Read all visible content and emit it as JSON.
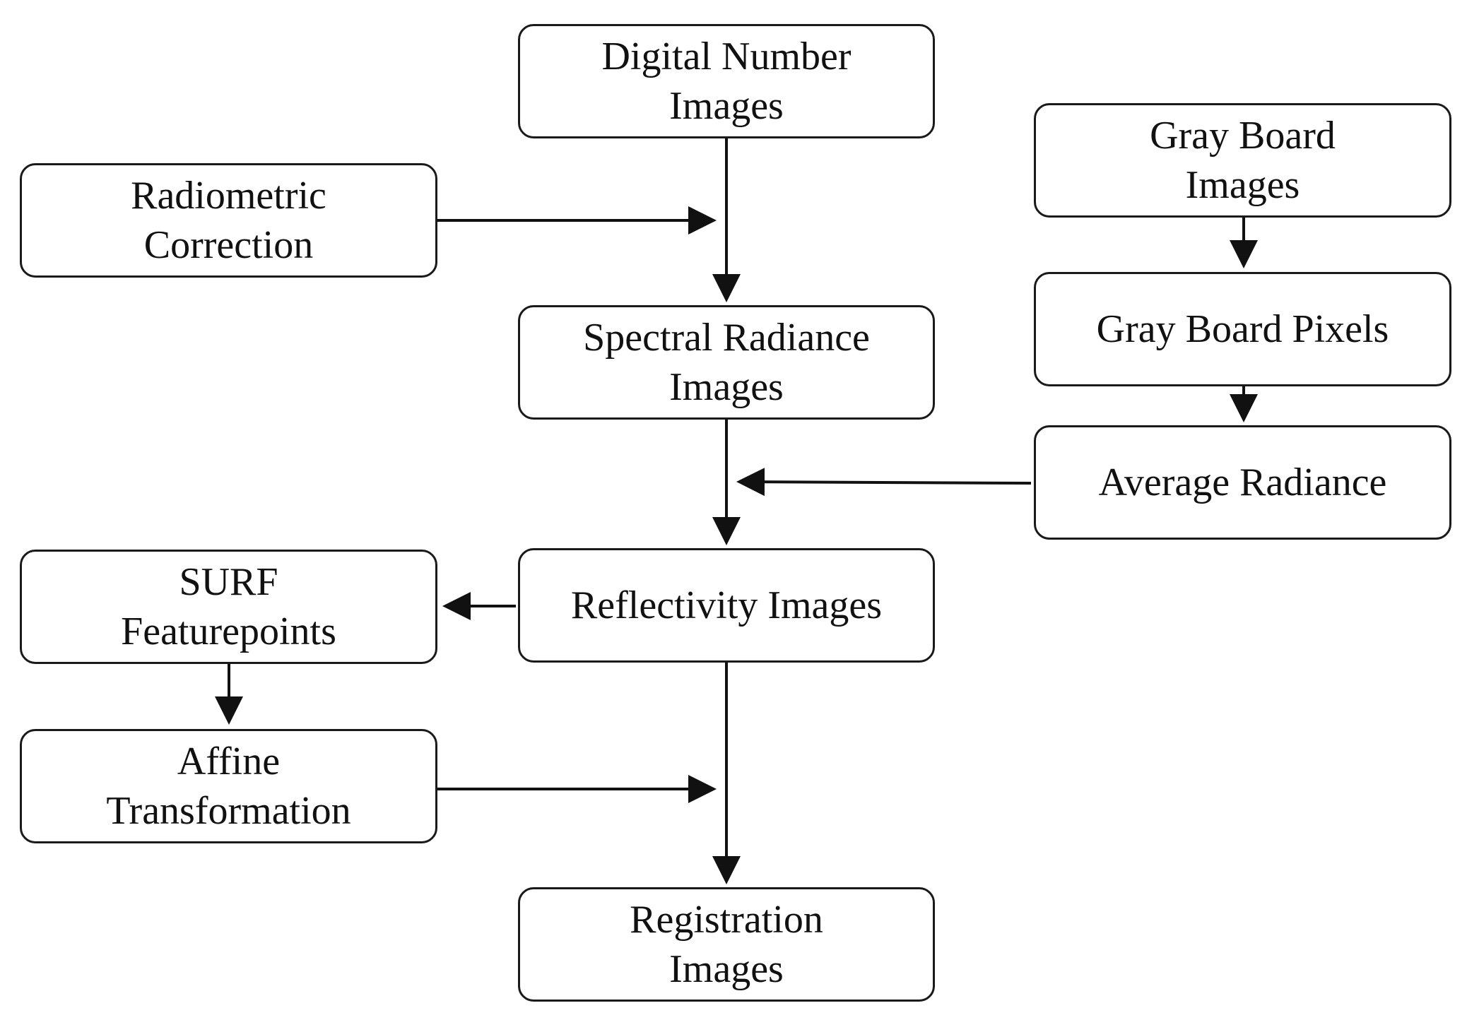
{
  "nodes": {
    "digital_number_images": {
      "label": "Digital Number\nImages"
    },
    "radiometric_correction": {
      "label": "Radiometric\nCorrection"
    },
    "spectral_radiance_images": {
      "label": "Spectral Radiance\nImages"
    },
    "gray_board_images": {
      "label": "Gray Board\nImages"
    },
    "gray_board_pixels": {
      "label": "Gray Board Pixels"
    },
    "average_radiance": {
      "label": "Average Radiance"
    },
    "reflectivity_images": {
      "label": "Reflectivity Images"
    },
    "surf_featurepoints": {
      "label": "SURF\nFeaturepoints"
    },
    "affine_transformation": {
      "label": "Affine\nTransformation"
    },
    "registration_images": {
      "label": "Registration\nImages"
    }
  },
  "edges": [
    {
      "from": "digital_number_images",
      "to": "spectral_radiance_images"
    },
    {
      "from": "radiometric_correction",
      "to": "digital_number_images->spectral_radiance_images"
    },
    {
      "from": "gray_board_images",
      "to": "gray_board_pixels"
    },
    {
      "from": "gray_board_pixels",
      "to": "average_radiance"
    },
    {
      "from": "spectral_radiance_images",
      "to": "reflectivity_images"
    },
    {
      "from": "average_radiance",
      "to": "spectral_radiance_images->reflectivity_images"
    },
    {
      "from": "reflectivity_images",
      "to": "surf_featurepoints"
    },
    {
      "from": "surf_featurepoints",
      "to": "affine_transformation"
    },
    {
      "from": "reflectivity_images",
      "to": "registration_images"
    },
    {
      "from": "affine_transformation",
      "to": "reflectivity_images->registration_images"
    }
  ]
}
